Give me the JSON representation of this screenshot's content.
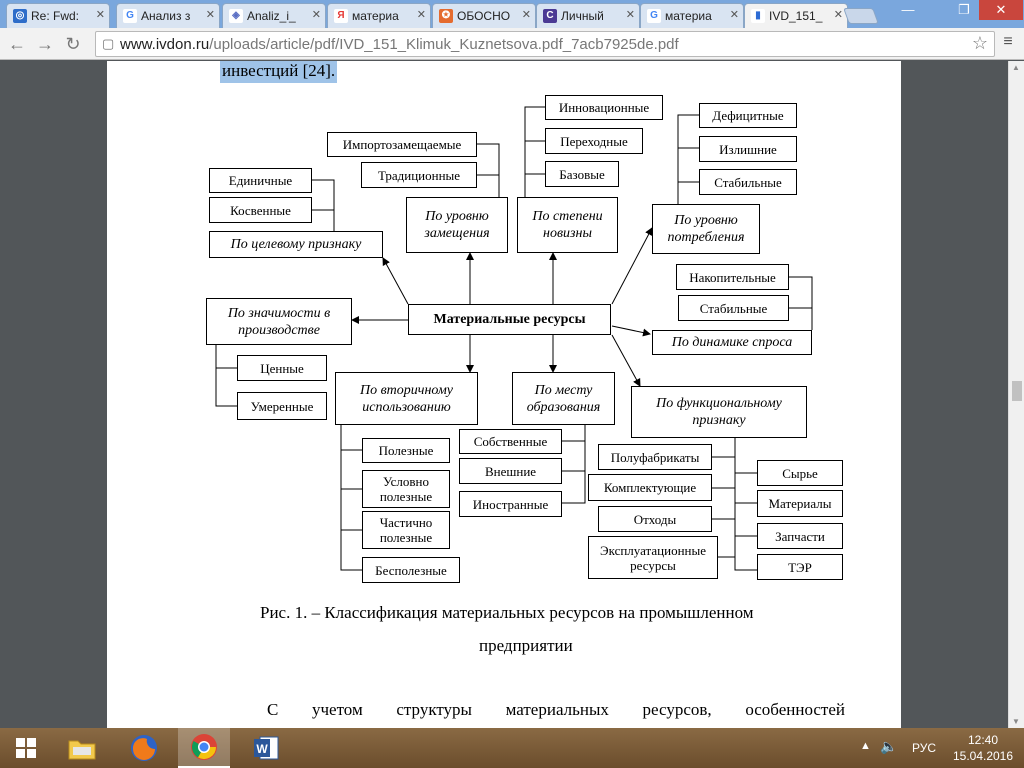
{
  "browser": {
    "tabs": [
      {
        "title": "Re: Fwd:",
        "fav": "email-icon",
        "color": "#2e6dc9"
      },
      {
        "title": "Анализ з",
        "fav": "google-icon",
        "color": "#4285f4"
      },
      {
        "title": "Analiz_i_",
        "fav": "diamond-icon",
        "color": "#5b6fc4"
      },
      {
        "title": "материа",
        "fav": "yandex-icon",
        "color": "#e53935"
      },
      {
        "title": "ОБОСНО",
        "fav": "medal-icon",
        "color": "#e56b2e"
      },
      {
        "title": "Личный",
        "fav": "c-icon",
        "color": "#4b3a94"
      },
      {
        "title": "материа",
        "fav": "google-icon",
        "color": "#4285f4"
      },
      {
        "title": "IVD_151_",
        "fav": "pdf-icon",
        "color": "#2d6bd4"
      }
    ],
    "url_host": "www.ivdon.ru",
    "url_path": "/uploads/article/pdf/IVD_151_Klimuk_Kuznetsova.pdf_7acb7925de.pdf"
  },
  "document": {
    "top_text": "инвестций [24].",
    "caption_line1": "Рис. 1. – Классификация материальных ресурсов на промышленном",
    "caption_line2": "предприятии",
    "bottom_words": [
      "С",
      "учетом",
      "структуры",
      "материальных",
      "ресурсов,",
      "особенностей"
    ]
  },
  "diagram": {
    "center": "Материальные ресурсы",
    "cat_target": "По целевому признаку",
    "cat_replacement": "По уровню замещения",
    "cat_novelty": "По степени новизны",
    "cat_consumption": "По уровню потребления",
    "cat_significance": "По значимости в производстве",
    "cat_dynamics": "По динамике спроса",
    "cat_secondary": "По вторичному использованию",
    "cat_origin": "По месту образования",
    "cat_functional": "По функциональному признаку",
    "target_items": [
      "Единичные",
      "Косвенные"
    ],
    "replacement_items": [
      "Импортозамещаемые",
      "Традиционные"
    ],
    "novelty_items": [
      "Инновационные",
      "Переходные",
      "Базовые"
    ],
    "consumption_items": [
      "Дефицитные",
      "Излишние",
      "Стабильные"
    ],
    "dynamics_items": [
      "Накопительные",
      "Стабильные"
    ],
    "significance_items": [
      "Ценные",
      "Умеренные"
    ],
    "secondary_items": [
      "Полезные",
      "Условно полезные",
      "Частично полезные",
      "Бесполезные"
    ],
    "origin_items": [
      "Собственные",
      "Внешние",
      "Иностранные"
    ],
    "functional_left": [
      "Полуфабрикаты",
      "Комплектующие",
      "Отходы",
      "Эксплуатационные ресурсы"
    ],
    "functional_right": [
      "Сырье",
      "Материалы",
      "Запчасти",
      "ТЭР"
    ]
  },
  "taskbar": {
    "language": "РУС",
    "time": "12:40",
    "date": "15.04.2016"
  }
}
